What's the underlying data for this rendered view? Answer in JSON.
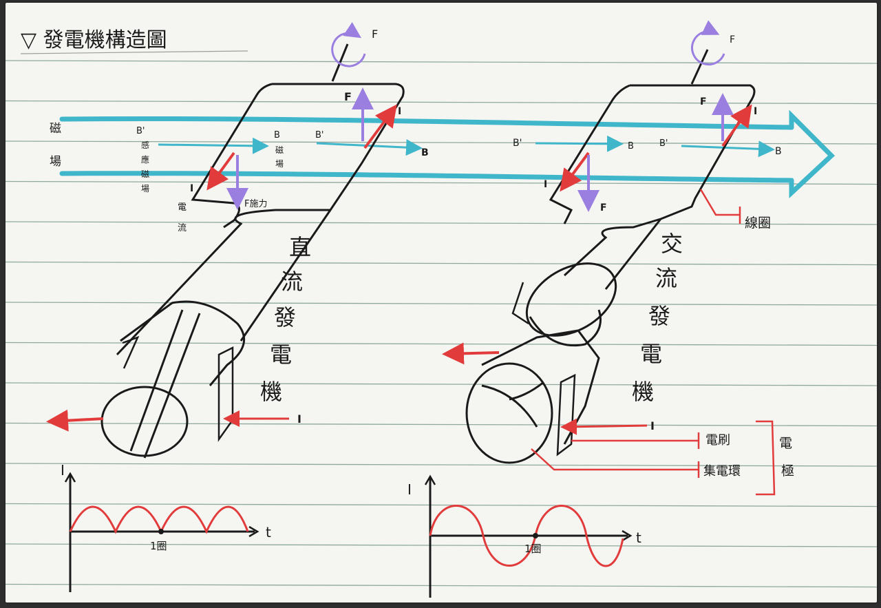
{
  "title": "▽ 發電機構造圖",
  "dc": {
    "name_chars": [
      "直",
      "流",
      "發",
      "電",
      "機"
    ],
    "magnetic_field": "磁場",
    "force_top": "F",
    "force_label": "F施力",
    "current_top": "I",
    "current_left": "I",
    "current_out": "I",
    "b_prime_left": "B'",
    "b_prime_left_note": "感應磁場",
    "b_right": "B",
    "b_right_note": "磁場",
    "b_prime_mid": "B'",
    "b_arrow": "B",
    "current_label": "電流",
    "rotation_label": "F",
    "graph_y": "I",
    "graph_x": "t",
    "graph_period": "1圈"
  },
  "ac": {
    "name_chars": [
      "交",
      "流",
      "發",
      "電",
      "機"
    ],
    "rotation_label": "F",
    "force_top": "F",
    "current_top": "I",
    "b_prime_left": "B'",
    "b_mid": "B",
    "b_prime_mid": "B'",
    "b_arrow": "B",
    "current_left": "I",
    "force_bottom": "F",
    "coil_label": "線圈",
    "current_out": "I",
    "brush_label": "電刷",
    "slip_ring_label": "集電環",
    "group_label_chars": [
      "電",
      "極"
    ],
    "graph_y": "I",
    "graph_x": "t",
    "graph_period": "1圈"
  },
  "colors": {
    "field": "#3fb6c9",
    "current": "#e23b3b",
    "force": "#9a7fe0",
    "ink": "#1a1a1a",
    "rule_line": "#3a6b58"
  }
}
